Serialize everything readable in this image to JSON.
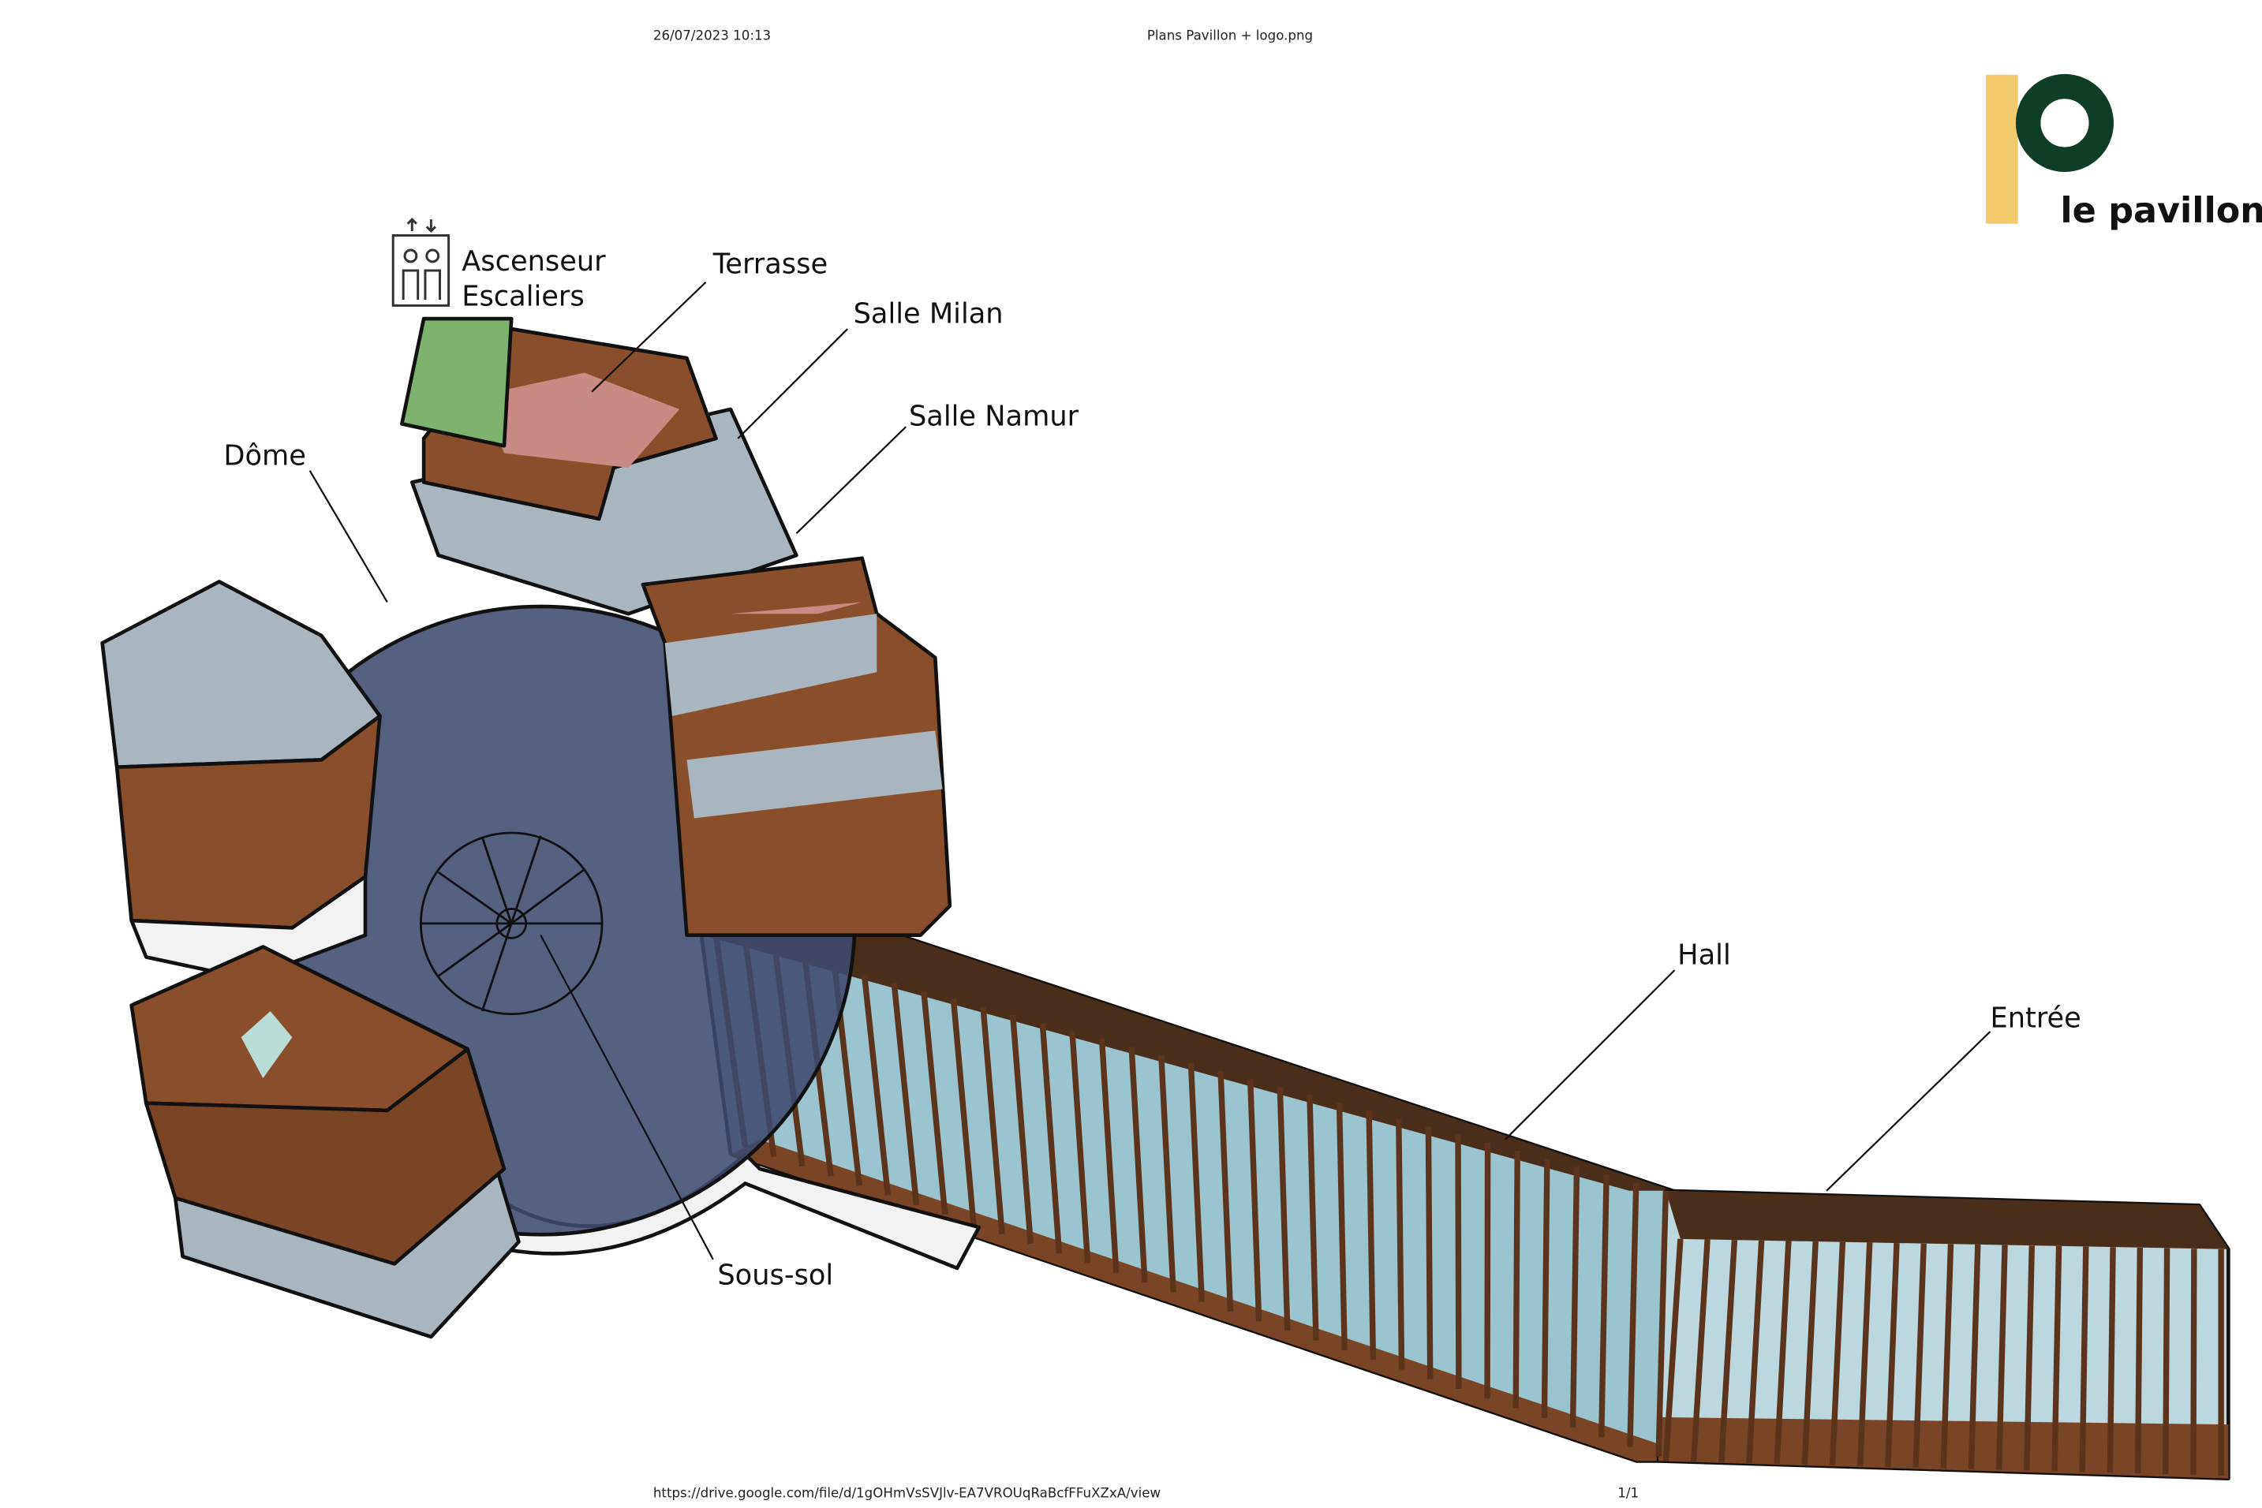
{
  "header": {
    "timestamp": "26/07/2023 10:13",
    "title": "Plans Pavillon + logo.png"
  },
  "footer": {
    "url": "https://drive.google.com/file/d/1gOHmVsSVJlv-EA7VROUqRaBcfFFuXZxA/view",
    "page": "1/1"
  },
  "logo": {
    "text": "le pavillon",
    "colors": {
      "bar": "#f2ca6b",
      "ring": "#0f3d26"
    }
  },
  "labels": {
    "elevator": "Ascenseur",
    "stairs": "Escaliers",
    "terrace": "Terrasse",
    "salle_milan": "Salle Milan",
    "salle_namur": "Salle Namur",
    "dome": "Dôme",
    "hall": "Hall",
    "entree": "Entrée",
    "basement": "Sous-sol"
  },
  "icons": {
    "elevator": "elevator-icon"
  },
  "colors": {
    "wood": "#8a4f2a",
    "glass": "#9cc4cf",
    "dome": "#3f4a6d",
    "roof": "#a9b6c0",
    "terrace": "#c98a86",
    "green": "#7fb26f"
  }
}
